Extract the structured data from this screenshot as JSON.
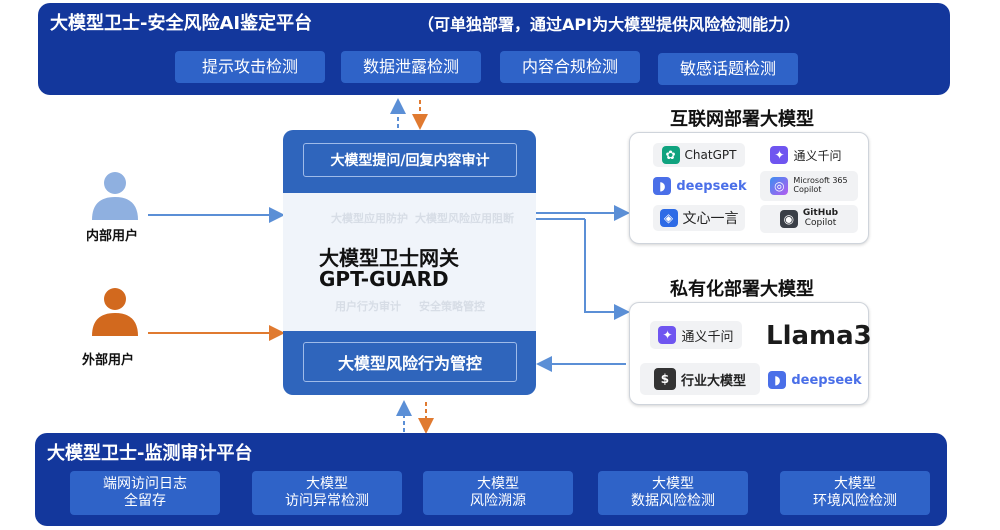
{
  "top_platform": {
    "title": "大模型卫士-安全风险AI鉴定平台",
    "subtitle": "（可单独部署，通过API为大模型提供风险检测能力）",
    "features": [
      "提示攻击检测",
      "数据泄露检测",
      "内容合规检测",
      "敏感话题检测"
    ]
  },
  "gateway": {
    "top_button": "大模型提问/回复内容审计",
    "title_cn": "大模型卫士网关",
    "title_en": "GPT-GUARD",
    "bottom_button": "大模型风险行为管控",
    "ghost_labels": [
      "大模型应用防护",
      "大模型风险应用阻断",
      "用户行为审计",
      "安全策略管控"
    ]
  },
  "users": {
    "internal": "内部用户",
    "external": "外部用户"
  },
  "internet_models": {
    "title": "互联网部署大模型",
    "items": [
      {
        "label": "ChatGPT",
        "icon": "chatgpt-icon"
      },
      {
        "label": "通义千问",
        "icon": "tongyi-icon"
      },
      {
        "label": "deepseek",
        "icon": "deepseek-whale-icon"
      },
      {
        "label_line1": "Microsoft 365",
        "label_line2": "Copilot",
        "icon": "copilot-icon"
      },
      {
        "label": "文心一言",
        "icon": "wenxin-icon"
      },
      {
        "label_line1": "GitHub",
        "label_line2": "Copilot",
        "icon": "github-copilot-icon"
      }
    ]
  },
  "private_models": {
    "title": "私有化部署大模型",
    "items": [
      {
        "label": "通义千问",
        "icon": "tongyi-icon"
      },
      {
        "label": "Llama3"
      },
      {
        "label": "行业大模型",
        "icon": "bank-icon"
      },
      {
        "label": "deepseek",
        "icon": "deepseek-whale-icon"
      }
    ]
  },
  "bottom_platform": {
    "title": "大模型卫士-监测审计平台",
    "features": [
      {
        "line1": "端网访问日志",
        "line2": "全留存"
      },
      {
        "line1": "大模型",
        "line2": "访问异常检测"
      },
      {
        "line1": "大模型",
        "line2": "风险溯源"
      },
      {
        "line1": "大模型",
        "line2": "数据风险检测"
      },
      {
        "line1": "大模型",
        "line2": "环境风险检测"
      }
    ]
  },
  "colors": {
    "platform": "#13379c",
    "feature": "#2f63c8",
    "gateway": "#2f65bc",
    "arrow_blue": "#5b8fd6",
    "arrow_orange": "#e07a30",
    "user_internal": "#8fb0e0",
    "user_external": "#d2691e"
  }
}
